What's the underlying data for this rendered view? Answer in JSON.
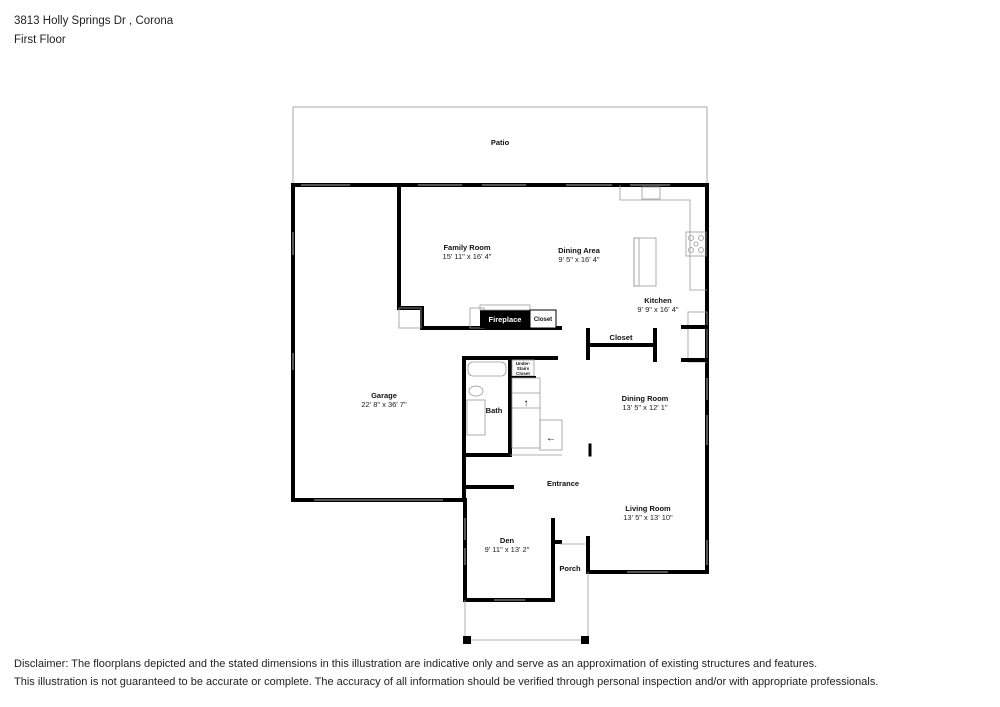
{
  "header": {
    "address": "3813 Holly Springs Dr , Corona",
    "floor": "First Floor"
  },
  "rooms": {
    "patio": {
      "name": "Patio"
    },
    "family_room": {
      "name": "Family Room",
      "dims": "15' 11\" x 16' 4\""
    },
    "dining_area": {
      "name": "Dining Area",
      "dims": "9' 5\" x 16' 4\""
    },
    "kitchen": {
      "name": "Kitchen",
      "dims": "9' 9\" x 16' 4\""
    },
    "fireplace": {
      "name": "Fireplace"
    },
    "closet_small": {
      "name": "Closet"
    },
    "closet_hall": {
      "name": "Closet"
    },
    "garage": {
      "name": "Garage",
      "dims": "22' 8\" x 36' 7\""
    },
    "bath": {
      "name": "Bath"
    },
    "under_stairs": {
      "line1": "Under-",
      "line2": "Stairs",
      "line3": "Closet"
    },
    "dining_room": {
      "name": "Dining Room",
      "dims": "13' 5\" x 12' 1\""
    },
    "entrance": {
      "name": "Entrance"
    },
    "living_room": {
      "name": "Living Room",
      "dims": "13' 5\" x 13' 10\""
    },
    "den": {
      "name": "Den",
      "dims": "9' 11\" x 13' 2\""
    },
    "porch": {
      "name": "Porch"
    }
  },
  "disclaimer": {
    "line1": "Disclaimer: The floorplans depicted and the stated dimensions in this illustration are indicative only and serve as an approximation of existing structures and features.",
    "line2": "This illustration is not guaranteed to be accurate or complete. The accuracy of all information should be verified through personal inspection and/or with appropriate professionals."
  }
}
